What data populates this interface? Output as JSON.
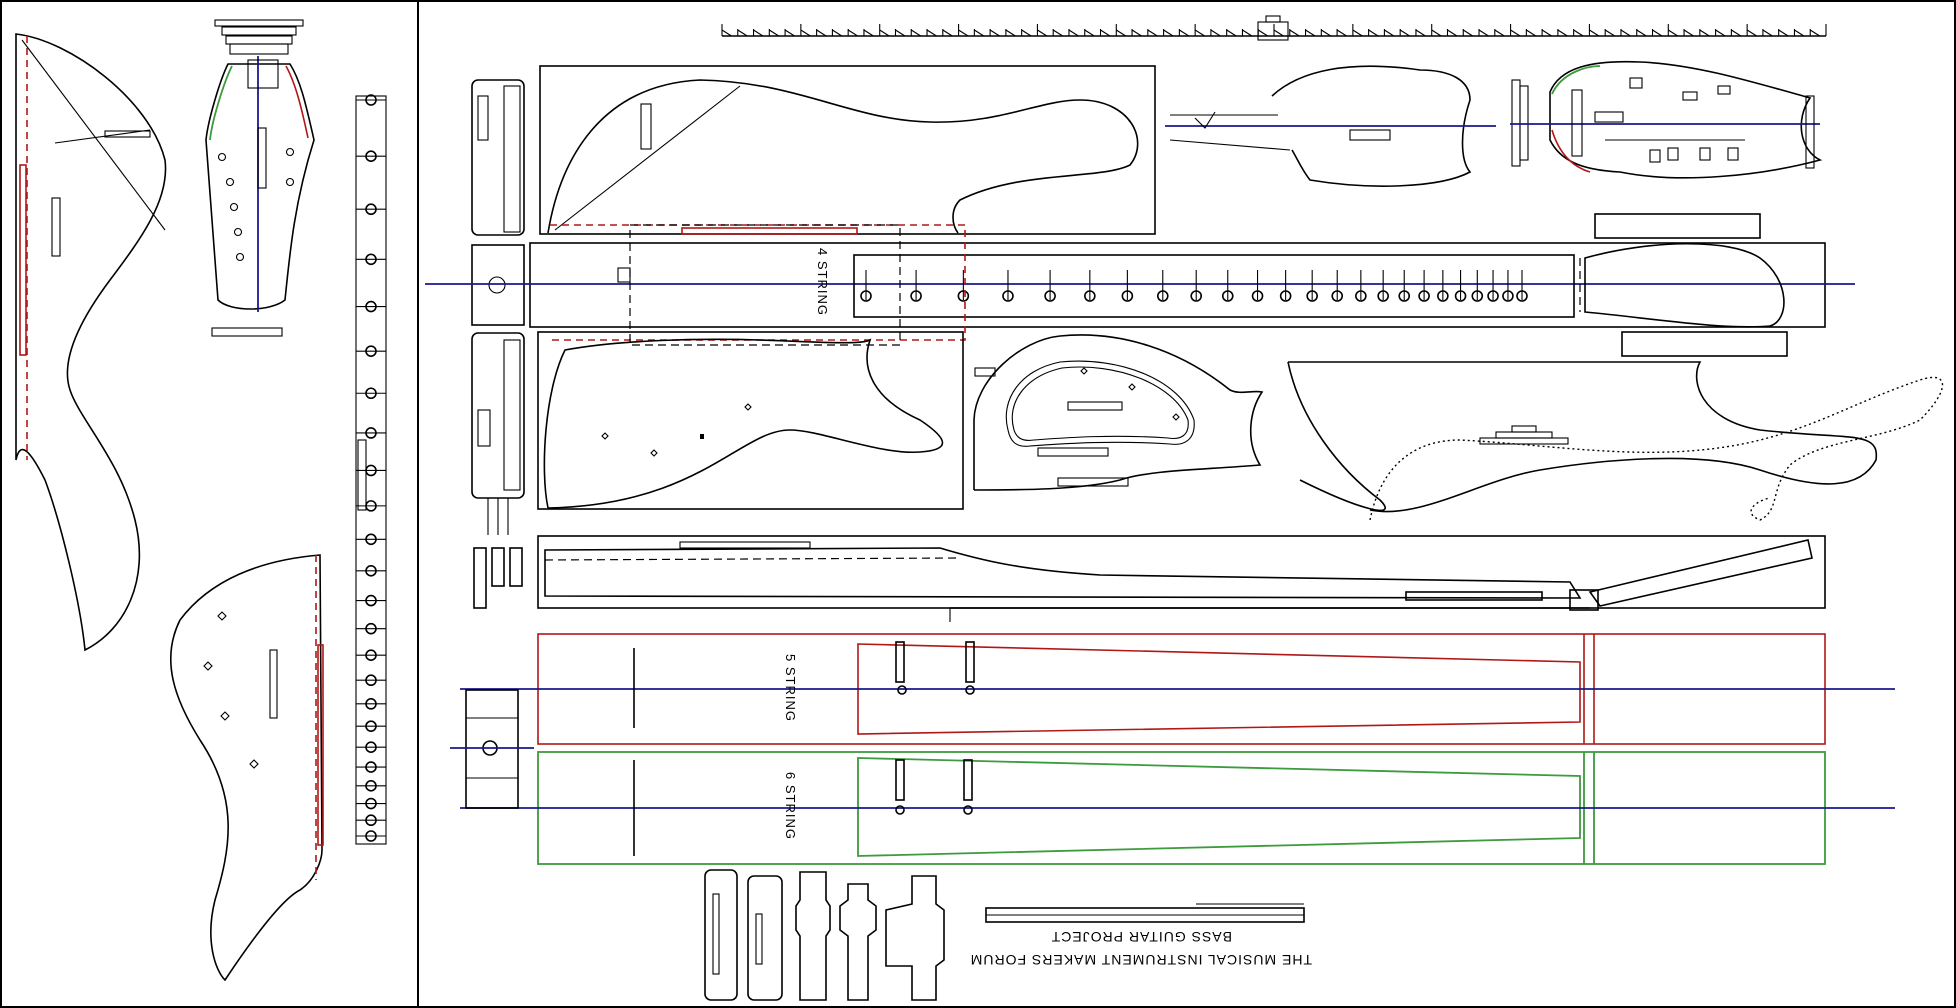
{
  "labels": {
    "string_count_top": "4 STRING",
    "string_count_mid": "5 STRING",
    "string_count_bottom": "6 STRING",
    "forum_name": "THE MUSICAL INSTRUMENT MAKERS FORUM",
    "project_name": "BASS GUITAR PROJECT"
  },
  "colors": {
    "outline": "#000000",
    "centerline": "#1a1a8c",
    "five_string_template": "#b01818",
    "six_string_template": "#3d9a3d"
  },
  "drawing": {
    "fret_positions_count": 24,
    "ruler_ticks_count": 70
  }
}
